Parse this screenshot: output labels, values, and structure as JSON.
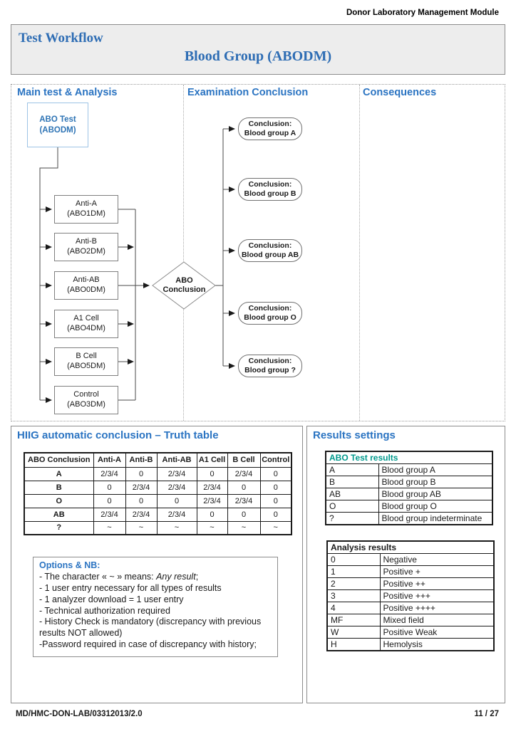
{
  "colors": {
    "heading_blue": "#2B74C2",
    "title_blue": "#2E6DB4",
    "teal": "#00998C",
    "startbox_border": "#9CC3E5",
    "startbox_text": "#2E74B5"
  },
  "page": {
    "module_header": "Donor Laboratory Management Module",
    "footer": {
      "doc_ref": "MD/HMC-DON-LAB/03312013/2.0",
      "page_number": "11 / 27"
    }
  },
  "title_block": {
    "title": "Test Workflow",
    "subtitle": "Blood Group (ABODM)"
  },
  "flowchart": {
    "column_headings": [
      "Main test & Analysis",
      "Examination Conclusion",
      "Consequences"
    ],
    "start_box": {
      "line1": "ABO Test",
      "line2": "(ABODM)"
    },
    "test_boxes": [
      {
        "line1": "Anti-A",
        "line2": "(ABO1DM)"
      },
      {
        "line1": "Anti-B",
        "line2": "(ABO2DM)"
      },
      {
        "line1": "Anti-AB",
        "line2": "(ABO0DM)"
      },
      {
        "line1": "A1 Cell",
        "line2": "(ABO4DM)"
      },
      {
        "line1": "B Cell",
        "line2": "(ABO5DM)"
      },
      {
        "line1": "Control",
        "line2": "(ABO3DM)"
      }
    ],
    "decision": {
      "line1": "ABO",
      "line2": "Conclusion"
    },
    "conclusions": [
      {
        "line1": "Conclusion:",
        "line2": "Blood group A"
      },
      {
        "line1": "Conclusion:",
        "line2": "Blood group B"
      },
      {
        "line1": "Conclusion:",
        "line2": "Blood group AB"
      },
      {
        "line1": "Conclusion:",
        "line2": "Blood group O"
      },
      {
        "line1": "Conclusion:",
        "line2": "Blood group ?"
      }
    ]
  },
  "truth_section": {
    "heading": "HIIG automatic conclusion – Truth table",
    "table": {
      "col_headers": [
        "ABO Conclusion",
        "Anti-A",
        "Anti-B",
        "Anti-AB",
        "A1 Cell",
        "B Cell",
        "Control"
      ],
      "rows": [
        {
          "label": "A",
          "v": [
            "2/3/4",
            "0",
            "2/3/4",
            "0",
            "2/3/4",
            "0"
          ]
        },
        {
          "label": "B",
          "v": [
            "0",
            "2/3/4",
            "2/3/4",
            "2/3/4",
            "0",
            "0"
          ]
        },
        {
          "label": "O",
          "v": [
            "0",
            "0",
            "0",
            "2/3/4",
            "2/3/4",
            "0"
          ]
        },
        {
          "label": "AB",
          "v": [
            "2/3/4",
            "2/3/4",
            "2/3/4",
            "0",
            "0",
            "0"
          ]
        },
        {
          "label": "?",
          "v": [
            "~",
            "~",
            "~",
            "~",
            "~",
            "~"
          ]
        }
      ]
    },
    "options": {
      "heading": "Options & NB:",
      "note1_prefix": "- The character « ~ » means: ",
      "note1_italic": "Any result",
      "note1_suffix": ";",
      "notes": [
        "- 1 user entry necessary for all types of results",
        "- 1 analyzer download = 1 user entry",
        "- Technical authorization required",
        "- History Check is mandatory (discrepancy with previous results NOT allowed)",
        "-Password required in case of discrepancy with history;"
      ]
    }
  },
  "results_section": {
    "heading": "Results settings",
    "abo_test_results": {
      "header": "ABO Test results",
      "rows": [
        {
          "code": "A",
          "meaning": "Blood group A"
        },
        {
          "code": "B",
          "meaning": "Blood group B"
        },
        {
          "code": "AB",
          "meaning": "Blood group AB"
        },
        {
          "code": "O",
          "meaning": "Blood group O"
        },
        {
          "code": "?",
          "meaning": "Blood group indeterminate"
        }
      ]
    },
    "analysis_results": {
      "header": "Analysis results",
      "rows": [
        {
          "code": "0",
          "meaning": "Negative"
        },
        {
          "code": "1",
          "meaning": "Positive +"
        },
        {
          "code": "2",
          "meaning": "Positive ++"
        },
        {
          "code": "3",
          "meaning": "Positive +++"
        },
        {
          "code": "4",
          "meaning": "Positive ++++"
        },
        {
          "code": "MF",
          "meaning": "Mixed field"
        },
        {
          "code": "W",
          "meaning": "Positive Weak"
        },
        {
          "code": "H",
          "meaning": "Hemolysis"
        }
      ]
    }
  }
}
